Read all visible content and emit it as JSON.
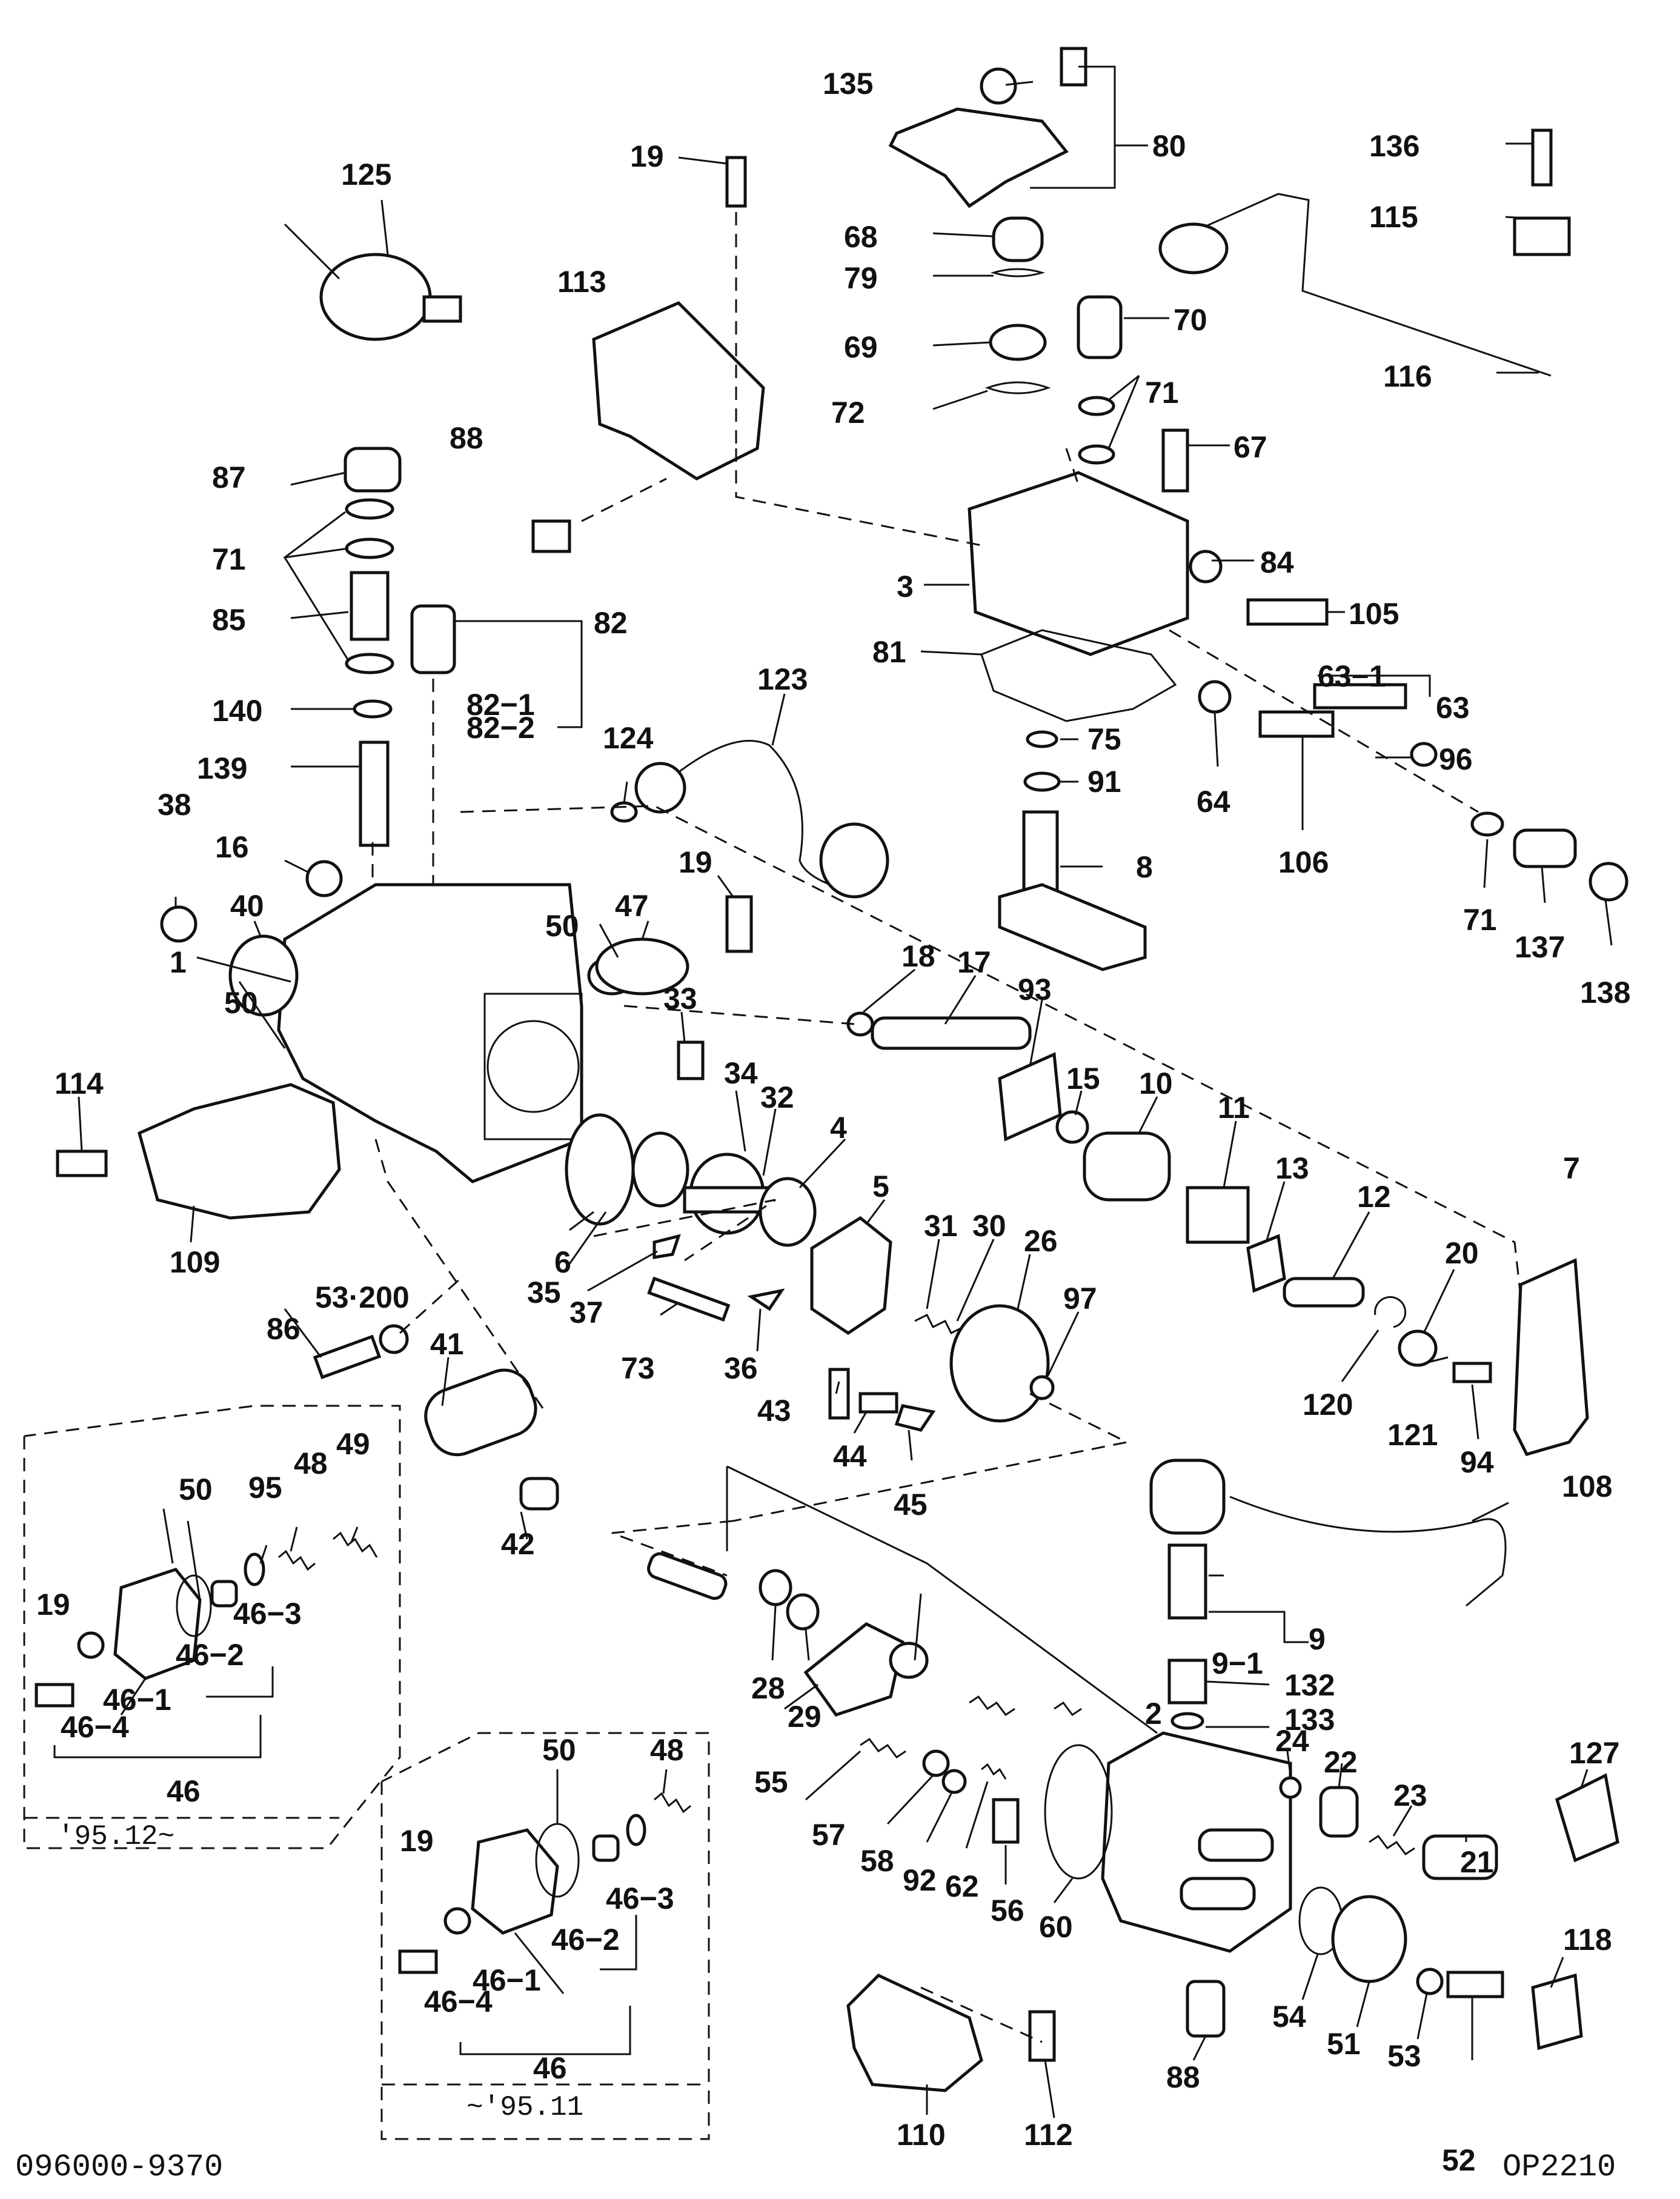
{
  "callouts": {
    "c135": "135",
    "c80": "80",
    "c19a": "19",
    "c125": "125",
    "c68": "68",
    "c79": "79",
    "c136": "136",
    "c115": "115",
    "c113": "113",
    "c69": "69",
    "c70": "70",
    "c72": "72",
    "c71a": "71",
    "c116": "116",
    "c88a": "88",
    "c87": "87",
    "c67": "67",
    "c71b": "71",
    "c84": "84",
    "c3": "3",
    "c105": "105",
    "c85": "85",
    "c82": "82",
    "c81": "81",
    "c123": "123",
    "c63_1": "63−1",
    "c140": "140",
    "c82_1": "82−1",
    "c82_2": "82−2",
    "c63": "63",
    "c124": "124",
    "c75": "75",
    "c96": "96",
    "c139": "139",
    "c91": "91",
    "c64": "64",
    "c38": "38",
    "c16": "16",
    "c106": "106",
    "c19b": "19",
    "c8": "8",
    "c40": "40",
    "c47": "47",
    "c71c": "71",
    "c137": "137",
    "c50a": "50",
    "c138": "138",
    "c1": "1",
    "c18": "18",
    "c17": "17",
    "c93": "93",
    "c50b": "50",
    "c33": "33",
    "c15": "15",
    "c10": "10",
    "c114": "114",
    "c34": "34",
    "c32": "32",
    "c11": "11",
    "c4": "4",
    "c13": "13",
    "c7": "7",
    "c5": "5",
    "c12": "12",
    "c31": "31",
    "c30": "30",
    "c26": "26",
    "c109": "109",
    "c20": "20",
    "c6": "6",
    "c35": "35",
    "c53_200": "53·200",
    "c37": "37",
    "c97": "97",
    "c86": "86",
    "c73": "73",
    "c41": "41",
    "c36": "36",
    "c120": "120",
    "c43": "43",
    "c121": "121",
    "c94": "94",
    "c49": "49",
    "c44": "44",
    "c48a": "48",
    "c95": "95",
    "c50c": "50",
    "c45": "45",
    "c108": "108",
    "c42": "42",
    "c19c": "19",
    "c46_3a": "46−3",
    "c46_2a": "46−2",
    "c28": "28",
    "c29": "29",
    "c9": "9",
    "c46_1a": "46−1",
    "c9_1": "9−1",
    "c46_4a": "46−4",
    "c132": "132",
    "c55": "55",
    "c133": "133",
    "c2": "2",
    "c46a": "46",
    "c127": "127",
    "c50d": "50",
    "c48b": "48",
    "c24": "24",
    "c57": "57",
    "c22": "22",
    "c58": "58",
    "c23": "23",
    "c19d": "19",
    "c92": "92",
    "c62": "62",
    "c21": "21",
    "c56": "56",
    "c60": "60",
    "c46_3b": "46−3",
    "c46_2b": "46−2",
    "c118": "118",
    "c46_1b": "46−1",
    "c46_4b": "46−4",
    "c88b": "88",
    "c54": "54",
    "c51": "51",
    "c46b": "46",
    "c110": "110",
    "c112": "112",
    "c53": "53",
    "c52": "52"
  },
  "variant_labels": {
    "newer": "'95.12~",
    "older": "~'95.11"
  },
  "footer": {
    "part_number": "096000-9370",
    "drawing_code": "OP2210"
  }
}
